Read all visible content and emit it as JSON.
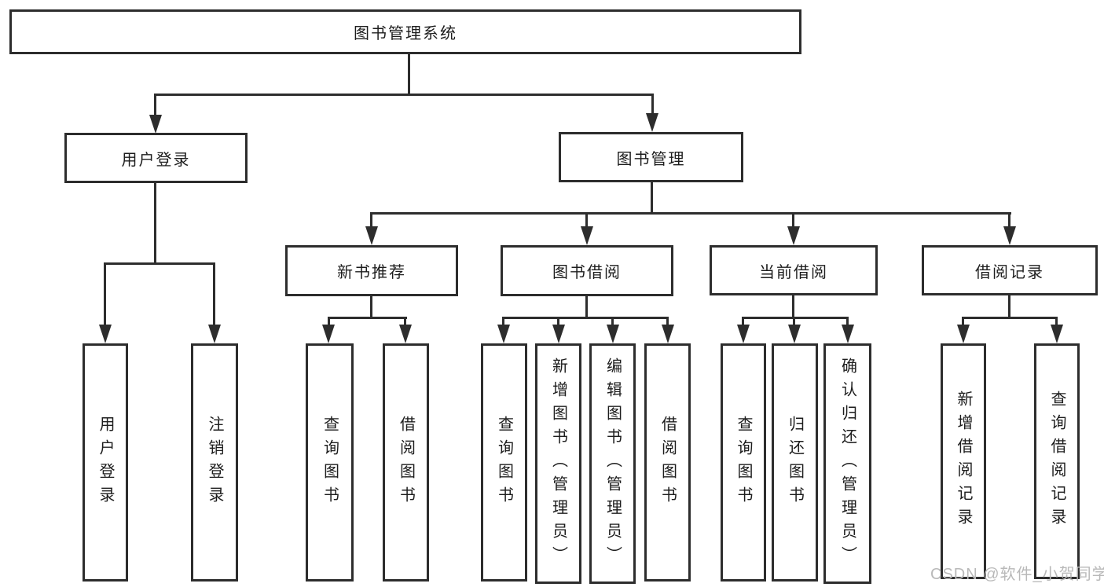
{
  "diagram": {
    "tree": {
      "label": "图书管理系统",
      "children": [
        {
          "label": "用户登录",
          "children": [
            {
              "label": "用户登录"
            },
            {
              "label": "注销登录"
            }
          ]
        },
        {
          "label": "图书管理",
          "children": [
            {
              "label": "新书推荐",
              "children": [
                {
                  "label": "查询图书"
                },
                {
                  "label": "借阅图书"
                }
              ]
            },
            {
              "label": "图书借阅",
              "children": [
                {
                  "label": "查询图书"
                },
                {
                  "label": "新增图书（管理员）"
                },
                {
                  "label": "编辑图书（管理员）"
                },
                {
                  "label": "借阅图书"
                }
              ]
            },
            {
              "label": "当前借阅",
              "children": [
                {
                  "label": "查询图书"
                },
                {
                  "label": "归还图书"
                },
                {
                  "label": "确认归还（管理员）"
                }
              ]
            },
            {
              "label": "借阅记录",
              "children": [
                {
                  "label": "新增借阅记录"
                },
                {
                  "label": "查询借阅记录"
                }
              ]
            }
          ]
        }
      ]
    },
    "line_color": "#2d2d2d"
  },
  "watermark": {
    "text": "CSDN @软件_小贺同学"
  }
}
